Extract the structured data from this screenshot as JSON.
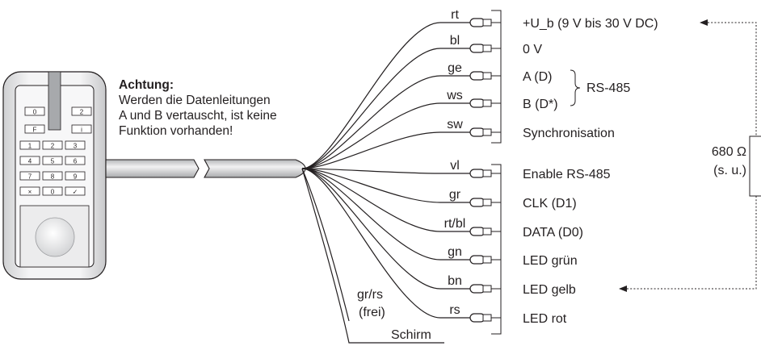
{
  "note": {
    "title": "Achtung:",
    "lines": [
      "Werden die Datenleitungen",
      "A und B vertauscht, ist keine",
      "Funktion vorhanden!"
    ]
  },
  "keypad": {
    "keys": [
      "0",
      "2",
      "F",
      "i",
      "1",
      "2",
      "3",
      "4",
      "5",
      "6",
      "7",
      "8",
      "9",
      "×",
      "0",
      "✓"
    ]
  },
  "group1": [
    {
      "wire": "rt",
      "signal": "+U_b (9 V bis 30 V DC)"
    },
    {
      "wire": "bl",
      "signal": "0 V"
    },
    {
      "wire": "ge",
      "signal": "A (D)"
    },
    {
      "wire": "ws",
      "signal": "B (D*)"
    },
    {
      "wire": "sw",
      "signal": "Synchronisation"
    }
  ],
  "group2": [
    {
      "wire": "vl",
      "signal": "Enable RS-485"
    },
    {
      "wire": "gr",
      "signal": "CLK (D1)"
    },
    {
      "wire": "rt/bl",
      "signal": "DATA (D0)"
    },
    {
      "wire": "gn",
      "signal": "LED grün"
    },
    {
      "wire": "bn",
      "signal": "LED gelb"
    },
    {
      "wire": "rs",
      "signal": "LED rot"
    }
  ],
  "rs485_label": "RS-485",
  "resistor": {
    "value": "680 Ω",
    "note": "(s. u.)"
  },
  "free_wire": {
    "line1": "gr/rs",
    "line2": "(frei)"
  },
  "shield_label": "Schirm"
}
